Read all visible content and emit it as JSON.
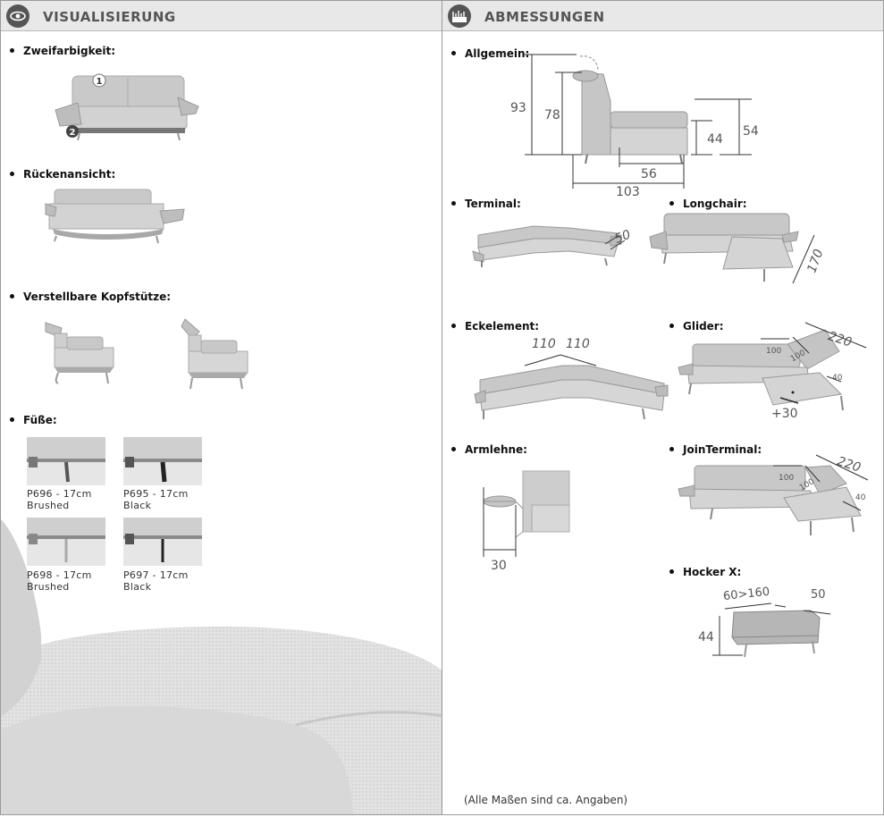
{
  "visualisierung": {
    "title": "VISUALISIERUNG",
    "icon": "eye-icon",
    "sections": {
      "zweifarbigkeit": "Zweifarbigkeit:",
      "rueckenansicht": "Rückenansicht:",
      "kopfstuetze": "Verstellbare Kopfstütze:",
      "fuesse": "Füße:"
    },
    "badges": [
      "1",
      "2"
    ],
    "feet": [
      {
        "code": "P696 - 17cm",
        "finish": "Brushed"
      },
      {
        "code": "P695 - 17cm",
        "finish": "Black"
      },
      {
        "code": "P698 - 17cm",
        "finish": "Brushed"
      },
      {
        "code": "P697 - 17cm",
        "finish": "Black"
      }
    ]
  },
  "abmessungen": {
    "title": "ABMESSUNGEN",
    "icon": "measure-icon",
    "sections": {
      "allgemein": "Allgemein:",
      "terminal": "Terminal:",
      "longchair": "Longchair:",
      "eckelement": "Eckelement:",
      "glider": "Glider:",
      "armlehne": "Armlehne:",
      "jointerminal": "JoinTerminal:",
      "hocker": "Hocker X:"
    },
    "dims": {
      "allgemein": {
        "h93": "93",
        "h78": "78",
        "d56": "56",
        "d103": "103",
        "h44": "44",
        "h54": "54"
      },
      "terminal": {
        "w50": "50"
      },
      "longchair": {
        "l170": "170"
      },
      "eckelement": {
        "a110": "110",
        "b110": "110"
      },
      "glider": {
        "w220": "220",
        "a100": "100",
        "b100": "100",
        "d40": "40",
        "plus30": "+30"
      },
      "armlehne": {
        "w30": "30"
      },
      "jointerminal": {
        "w220": "220",
        "a100": "100",
        "b100": "100",
        "d40": "40"
      },
      "hocker": {
        "w": "60>160",
        "d50": "50",
        "h44": "44"
      }
    },
    "note": "(Alle Maßen sind ca. Angaben)"
  },
  "colors": {
    "header_bg": "#e8e8e8",
    "header_text": "#555555",
    "sofa": "#c4c4c4",
    "sofa_dark": "#9c9c9c",
    "line": "#333333"
  }
}
